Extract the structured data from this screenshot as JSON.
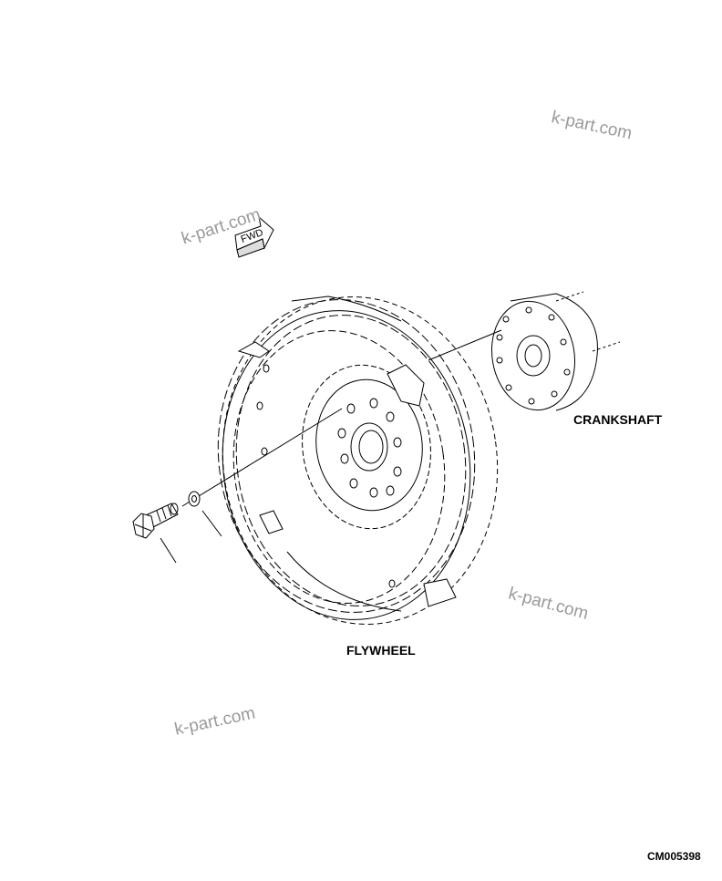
{
  "diagram": {
    "labels": {
      "crankshaft": "CRANKSHAFT",
      "flywheel": "FLYWHEEL",
      "code": "CM005398"
    },
    "direction_indicator": "FWD",
    "watermark_text": "k-part.com",
    "colors": {
      "line": "#000000",
      "watermark": "#9a9a9a"
    }
  }
}
